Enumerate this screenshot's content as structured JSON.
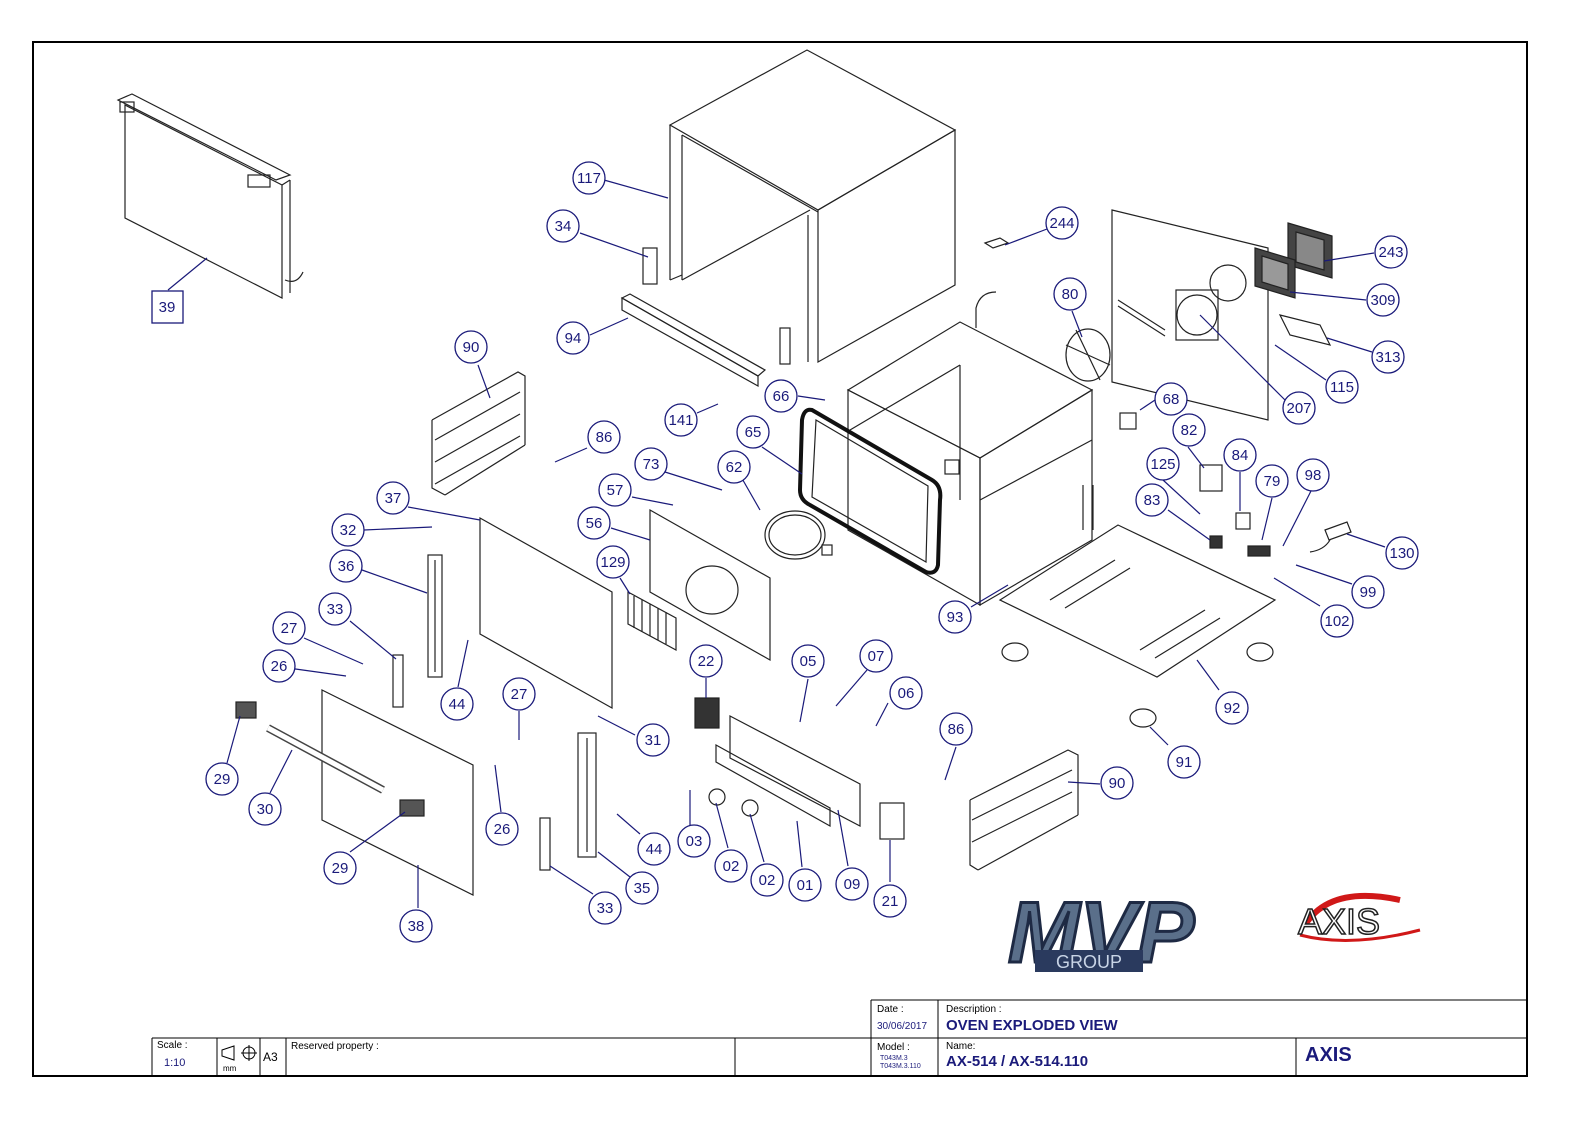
{
  "logos": {
    "mvp_main": "MVP",
    "mvp_sub": "GROUP",
    "axis_logo": "AXIS"
  },
  "title_block": {
    "date_label": "Date :",
    "date_value": "30/06/2017",
    "description_label": "Description :",
    "description_value": "OVEN EXPLODED VIEW",
    "model_label": "Model :",
    "model_values": [
      "T043M.3",
      "T043M.3.110"
    ],
    "name_label": "Name:",
    "name_value": "AX-514 / AX-514.110",
    "brand": "AXIS",
    "scale_label": "Scale :",
    "scale_value": "1:10",
    "unit": "mm",
    "sheet_size": "A3",
    "reserved_label": "Reserved property :"
  },
  "parts": [
    {
      "id": "p39",
      "label": "39",
      "shape": "square"
    },
    {
      "id": "p117",
      "label": "117"
    },
    {
      "id": "p34",
      "label": "34"
    },
    {
      "id": "p244",
      "label": "244"
    },
    {
      "id": "p243",
      "label": "243"
    },
    {
      "id": "p309",
      "label": "309"
    },
    {
      "id": "p80",
      "label": "80"
    },
    {
      "id": "p313",
      "label": "313"
    },
    {
      "id": "p115",
      "label": "115"
    },
    {
      "id": "p207",
      "label": "207"
    },
    {
      "id": "p94",
      "label": "94"
    },
    {
      "id": "p90a",
      "label": "90"
    },
    {
      "id": "p66",
      "label": "66"
    },
    {
      "id": "p141",
      "label": "141"
    },
    {
      "id": "p65",
      "label": "65"
    },
    {
      "id": "p68",
      "label": "68"
    },
    {
      "id": "p86a",
      "label": "86"
    },
    {
      "id": "p73",
      "label": "73"
    },
    {
      "id": "p62",
      "label": "62"
    },
    {
      "id": "p82",
      "label": "82"
    },
    {
      "id": "p84",
      "label": "84"
    },
    {
      "id": "p125",
      "label": "125"
    },
    {
      "id": "p79",
      "label": "79"
    },
    {
      "id": "p98",
      "label": "98"
    },
    {
      "id": "p37",
      "label": "37"
    },
    {
      "id": "p57",
      "label": "57"
    },
    {
      "id": "p83",
      "label": "83"
    },
    {
      "id": "p130",
      "label": "130"
    },
    {
      "id": "p32",
      "label": "32"
    },
    {
      "id": "p56",
      "label": "56"
    },
    {
      "id": "p36",
      "label": "36"
    },
    {
      "id": "p129",
      "label": "129"
    },
    {
      "id": "p99",
      "label": "99"
    },
    {
      "id": "p93",
      "label": "93"
    },
    {
      "id": "p102",
      "label": "102"
    },
    {
      "id": "p33a",
      "label": "33"
    },
    {
      "id": "p27a",
      "label": "27"
    },
    {
      "id": "p22",
      "label": "22"
    },
    {
      "id": "p05",
      "label": "05"
    },
    {
      "id": "p07",
      "label": "07"
    },
    {
      "id": "p26a",
      "label": "26"
    },
    {
      "id": "p27b",
      "label": "27"
    },
    {
      "id": "p06",
      "label": "06"
    },
    {
      "id": "p44a",
      "label": "44"
    },
    {
      "id": "p92",
      "label": "92"
    },
    {
      "id": "p86b",
      "label": "86"
    },
    {
      "id": "p31",
      "label": "31"
    },
    {
      "id": "p91",
      "label": "91"
    },
    {
      "id": "p29a",
      "label": "29"
    },
    {
      "id": "p90b",
      "label": "90"
    },
    {
      "id": "p30",
      "label": "30"
    },
    {
      "id": "p26b",
      "label": "26"
    },
    {
      "id": "p44b",
      "label": "44"
    },
    {
      "id": "p03",
      "label": "03"
    },
    {
      "id": "p02a",
      "label": "02"
    },
    {
      "id": "p02b",
      "label": "02"
    },
    {
      "id": "p01",
      "label": "01"
    },
    {
      "id": "p09",
      "label": "09"
    },
    {
      "id": "p29b",
      "label": "29"
    },
    {
      "id": "p35",
      "label": "35"
    },
    {
      "id": "p21",
      "label": "21"
    },
    {
      "id": "p33b",
      "label": "33"
    },
    {
      "id": "p38",
      "label": "38"
    }
  ],
  "colors": {
    "balloon": "#1a1a7a",
    "line": "#222222",
    "axis_red": "#d01818"
  }
}
